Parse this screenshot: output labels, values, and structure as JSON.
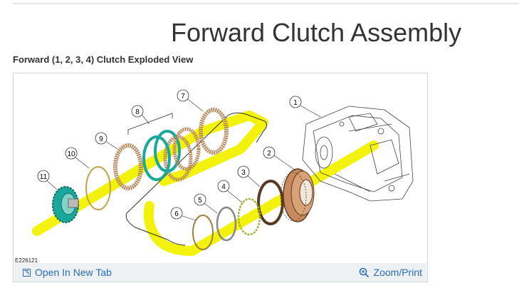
{
  "page": {
    "title": "Forward Clutch Assembly",
    "subtitle": "Forward (1, 2, 3, 4) Clutch Exploded View"
  },
  "figure": {
    "id": "E226121",
    "callouts": [
      "1",
      "2",
      "3",
      "4",
      "5",
      "6",
      "7",
      "8",
      "9",
      "10",
      "11"
    ],
    "actions": {
      "open_label": "Open In New Tab",
      "zoom_label": "Zoom/Print"
    },
    "colors": {
      "highlight": "#f2f200",
      "link": "#2a6ebb",
      "teal": "#1aa89a",
      "bronze": "#b98a5e"
    }
  }
}
